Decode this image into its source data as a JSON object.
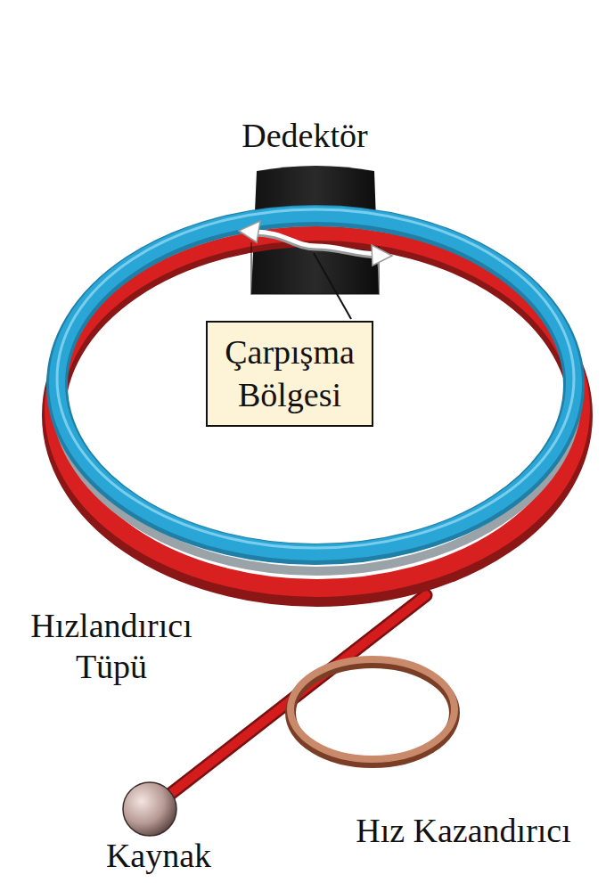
{
  "diagram": {
    "nodes": [
      {
        "text": [
          "Çarpışma Bölgesi"
        ]
      }
    ],
    "labels": [
      "Dedektör",
      "Hızlandırıcı Tüpü",
      "Kaynak",
      "Hız Kazandırıcı"
    ]
  }
}
